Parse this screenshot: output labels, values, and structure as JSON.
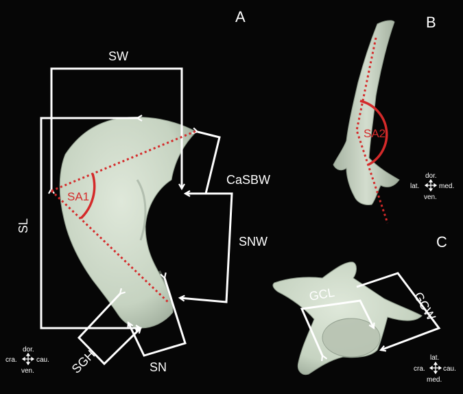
{
  "panels": {
    "a": "A",
    "b": "B",
    "c": "C"
  },
  "measurements": {
    "sw": "SW",
    "sl": "SL",
    "casbw": "CaSBW",
    "snw": "SNW",
    "sgh": "SGH",
    "sn": "SN",
    "gcl": "GCL",
    "gcw": "GCW"
  },
  "angles": {
    "sa1": "SA1",
    "sa2": "SA2"
  },
  "orientation": {
    "panel_a": {
      "top": "dor.",
      "left": "cra.",
      "right": "cau.",
      "bottom": "ven."
    },
    "panel_b": {
      "top": "dor.",
      "left": "lat.",
      "right": "med.",
      "bottom": "ven."
    },
    "panel_c": {
      "top": "lat.",
      "left": "cra.",
      "right": "cau.",
      "bottom": "med."
    }
  },
  "colors": {
    "annotation": "#ffffff",
    "angle": "#d42a2a",
    "bone": "#c9d5c4",
    "background": "#060606"
  }
}
